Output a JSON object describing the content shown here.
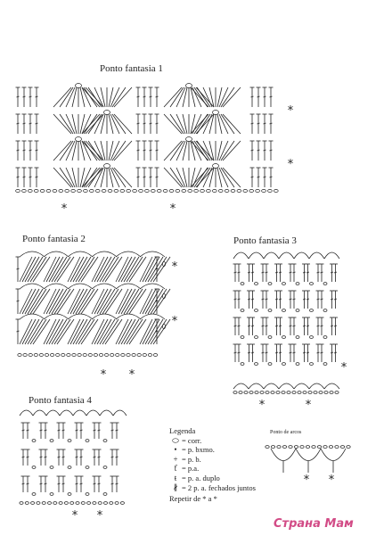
{
  "titles": {
    "fantasia1": "Ponto fantasia 1",
    "fantasia2": "Ponto fantasia 2",
    "fantasia3": "Ponto fantasia 3",
    "fantasia4": "Ponto fantasia 4",
    "arcos": "Ponto de arcos"
  },
  "repeat_mark": "*",
  "legend": {
    "heading": "Legenda",
    "items": [
      {
        "icon": "oval-chain-icon",
        "label": "= corr."
      },
      {
        "icon": "dot-icon",
        "label": "= p. bxmo."
      },
      {
        "icon": "plus-icon",
        "label": "= p. b."
      },
      {
        "icon": "tstitch-icon",
        "label": "= p.a."
      },
      {
        "icon": "double-tstitch-icon",
        "label": "= p. a. duplo"
      },
      {
        "icon": "cluster-icon",
        "label": "= 2 p. a. fechados juntos"
      }
    ],
    "repeat_text": "Repetir de * a *"
  },
  "watermark": "Страна Мам",
  "colors": {
    "ink": "#222222",
    "watermark": "#d24b86"
  }
}
